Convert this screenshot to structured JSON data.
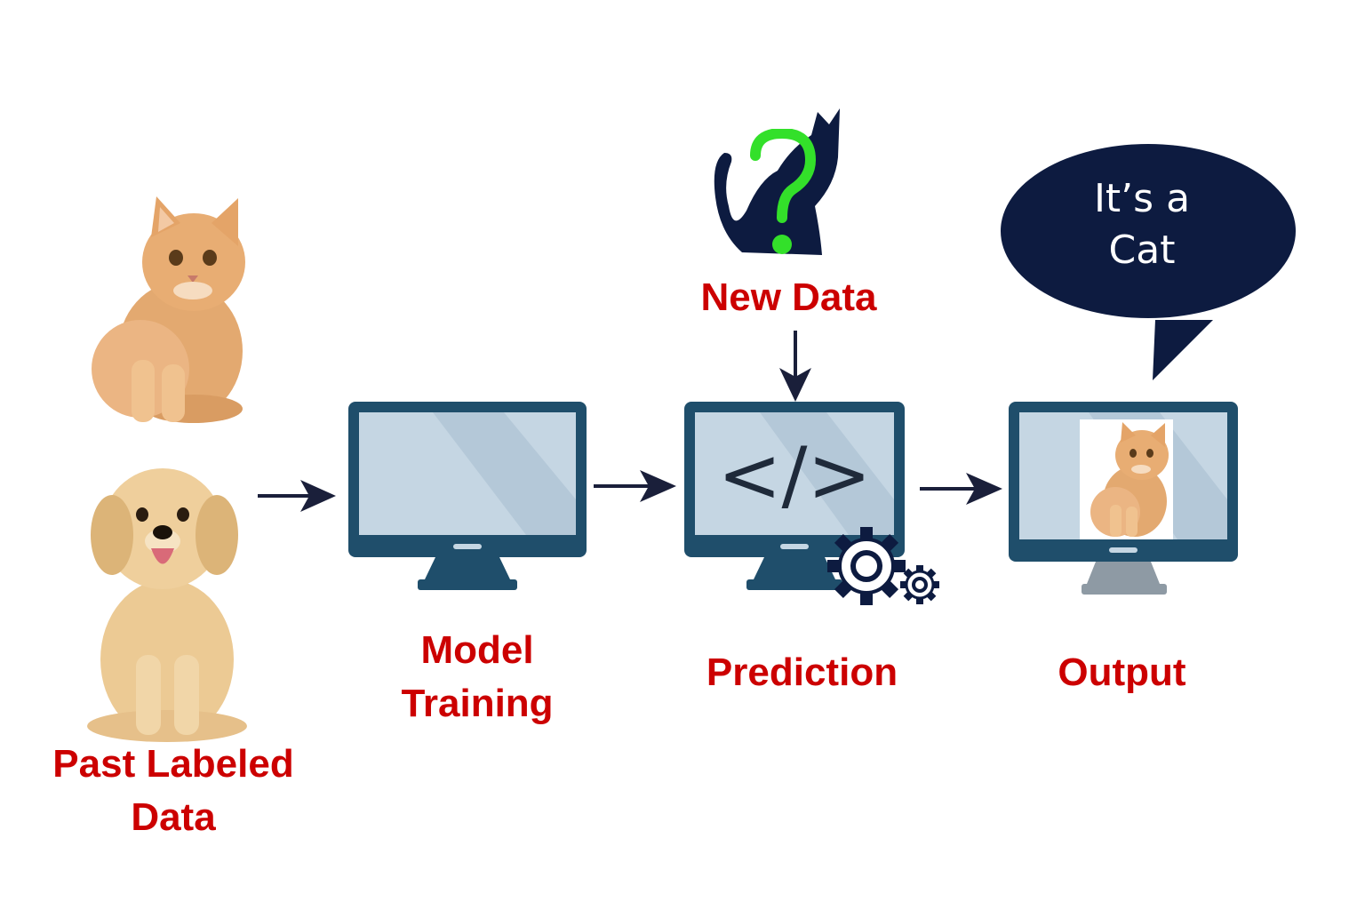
{
  "labels": {
    "past_data": [
      "Past Labeled",
      "Data"
    ],
    "model_training": [
      "Model",
      "Training"
    ],
    "prediction": "Prediction",
    "output": "Output",
    "new_data": "New Data"
  },
  "speech_bubble": [
    "It’s a",
    "Cat"
  ],
  "code_symbol": "</>",
  "icons": {
    "kitten": "kitten-photo",
    "puppy": "puppy-photo",
    "mystery_cat": "cat-silhouette-with-question-mark",
    "gears": "gear-icon"
  },
  "colors": {
    "label": "#cc0000",
    "monitor_frame": "#1f4e6b",
    "screen": "#c5d6e3",
    "arrow": "#1a1f3a",
    "bubble": "#0d1b40",
    "question_mark": "#33e02a"
  }
}
